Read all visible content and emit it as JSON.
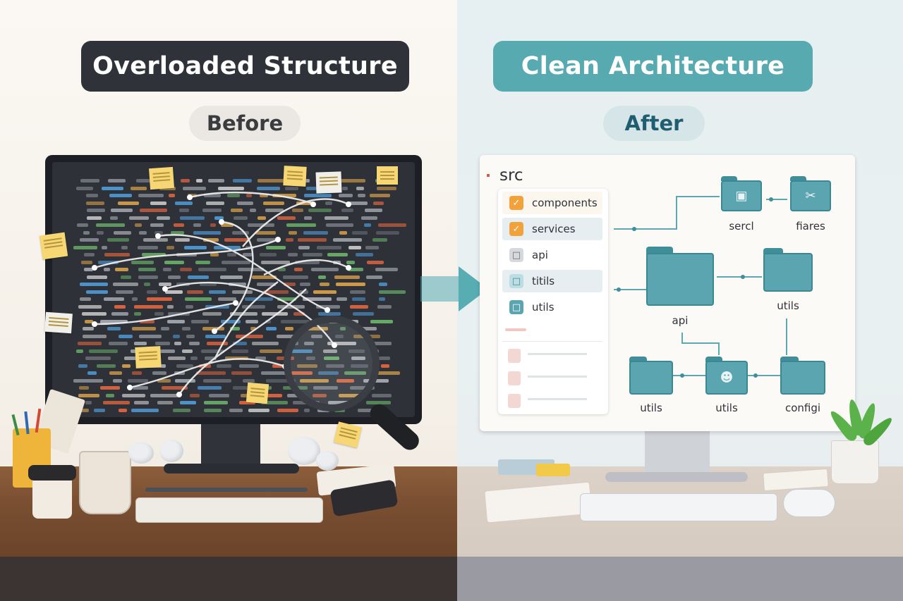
{
  "before_panel": {
    "title": "Overloaded Structure",
    "subtitle": "Before"
  },
  "after_panel": {
    "title": "Clean Architecture",
    "subtitle": "After",
    "root_folder": "src",
    "file_list": [
      {
        "label": "components",
        "icon": "folder-orange-icon"
      },
      {
        "label": "services",
        "icon": "folder-orange-icon"
      },
      {
        "label": "api",
        "icon": "file-icon"
      },
      {
        "label": "titils",
        "icon": "file-teal-icon"
      },
      {
        "label": "utils",
        "icon": "file-teal-icon"
      }
    ],
    "folders": [
      {
        "label": "sercl",
        "icon": "image-icon"
      },
      {
        "label": "fiares",
        "icon": "tools-icon"
      },
      {
        "label": "api",
        "icon": "folder-icon"
      },
      {
        "label": "utils",
        "icon": "folder-icon"
      },
      {
        "label": "utils",
        "icon": "folder-icon"
      },
      {
        "label": "utils",
        "icon": "users-icon"
      },
      {
        "label": "configi",
        "icon": "folder-icon"
      }
    ]
  },
  "colors": {
    "dark_pill": "#2f3238",
    "teal_pill": "#56aab0",
    "folder_teal": "#5aa5b0",
    "sticky_yellow": "#f7d774",
    "accent_orange": "#f2a23b"
  }
}
